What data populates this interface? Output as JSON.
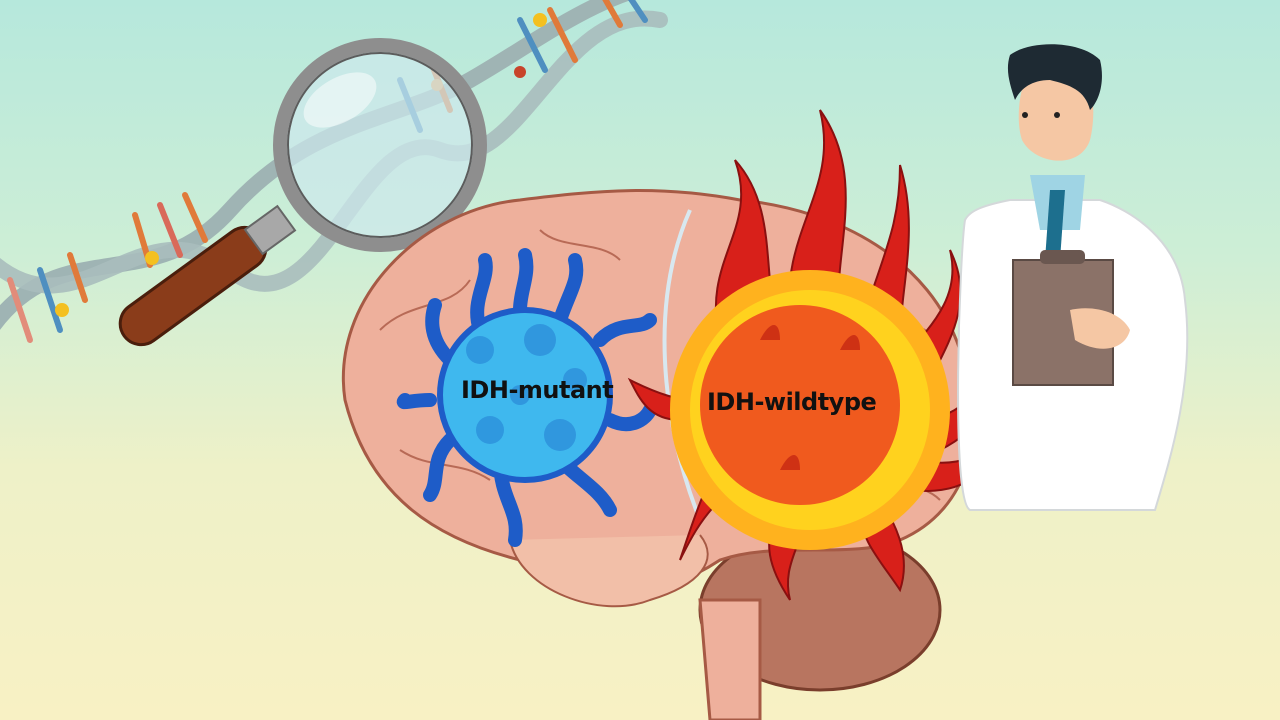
{
  "scene": {
    "description": "Illustration comparing IDH-mutant and IDH-wildtype brain tumors",
    "labels": {
      "mutant": "IDH-mutant",
      "wildtype": "IDH-wildtype"
    },
    "elements": [
      "dna-helix",
      "magnifying-glass",
      "brain",
      "blue-tumor-cell",
      "fiery-tumor",
      "doctor-with-clipboard"
    ],
    "colors": {
      "background_top": "#b6e8dc",
      "background_bottom": "#f8f1c4",
      "brain": "#eeb09c",
      "brain_outline": "#a65a45",
      "mutant_cell": "#3fb8ee",
      "mutant_outline": "#1e5cc8",
      "wildtype_core": "#f05a1e",
      "wildtype_flame": "#d8201a",
      "wildtype_glow": "#ffd21e",
      "lab_coat": "#ffffff",
      "tie": "#1d6f8e",
      "clipboard": "#8b7268"
    }
  }
}
